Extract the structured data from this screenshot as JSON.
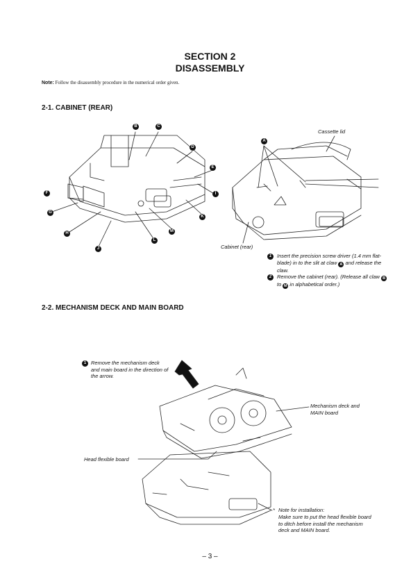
{
  "section": {
    "line1": "SECTION 2",
    "line2": "DISASSEMBLY"
  },
  "note": {
    "label": "Note:",
    "text": " Follow the disassembly procedure in the numerical order given."
  },
  "cabinet": {
    "heading": "2-1. CABINET (REAR)",
    "callouts": {
      "A": "A",
      "B": "B",
      "C": "C",
      "D": "D",
      "E": "E",
      "F": "F",
      "G": "G",
      "H": "H",
      "I": "I",
      "J": "J",
      "K": "K",
      "L": "L",
      "M": "M"
    },
    "labels": {
      "cassette_lid": "Cassette lid",
      "cabinet_rear": "Cabinet (rear)"
    },
    "steps": {
      "s1_num": "1",
      "s1_part1": "Insert the precision screw driver (1.4 mm flat-blade) in to the slit at claw ",
      "s1_claw": "A",
      "s1_part2": " and release the claw.",
      "s2_num": "2",
      "s2_part1": "Remove the cabinet (rear). (Release all claw ",
      "s2_from": "B",
      "s2_to_word": " to ",
      "s2_to": "M",
      "s2_part2": " in alphabetical order.)"
    }
  },
  "mechanism": {
    "heading": "2-2. MECHANISM DECK AND MAIN BOARD",
    "step_num": "1",
    "step_text": "Remove the mechanism deck and main board in the direction of the arrow.",
    "labels": {
      "deck": "Mechanism deck and MAIN board",
      "head_board": "Head flexible board"
    },
    "install_note_mark": "*",
    "install_note_title": "Note for installation:",
    "install_note_text": "Make sure to put the head flexible board to ditch before install the mechanism deck and MAIN board."
  },
  "page_number": "– 3 –"
}
